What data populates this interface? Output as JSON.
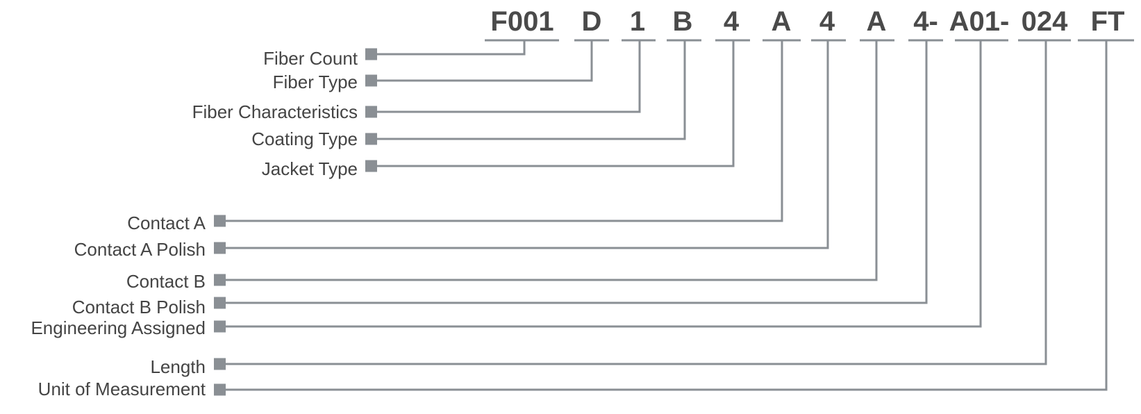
{
  "colors": {
    "line": "#8a8f94",
    "text": "#444444",
    "code": "#4a4a4a"
  },
  "segments": [
    "F001",
    "D",
    "1",
    "B",
    "4",
    "A",
    "4",
    "A",
    "4-",
    "A01-",
    "024",
    "FT"
  ],
  "labels": [
    "Fiber Count",
    "Fiber Type",
    "Fiber Characteristics",
    "Coating Type",
    "Jacket Type",
    "Contact A",
    "Contact A Polish",
    "Contact B",
    "Contact B Polish",
    "Engineering Assigned",
    "Length",
    "Unit of Measurement"
  ]
}
